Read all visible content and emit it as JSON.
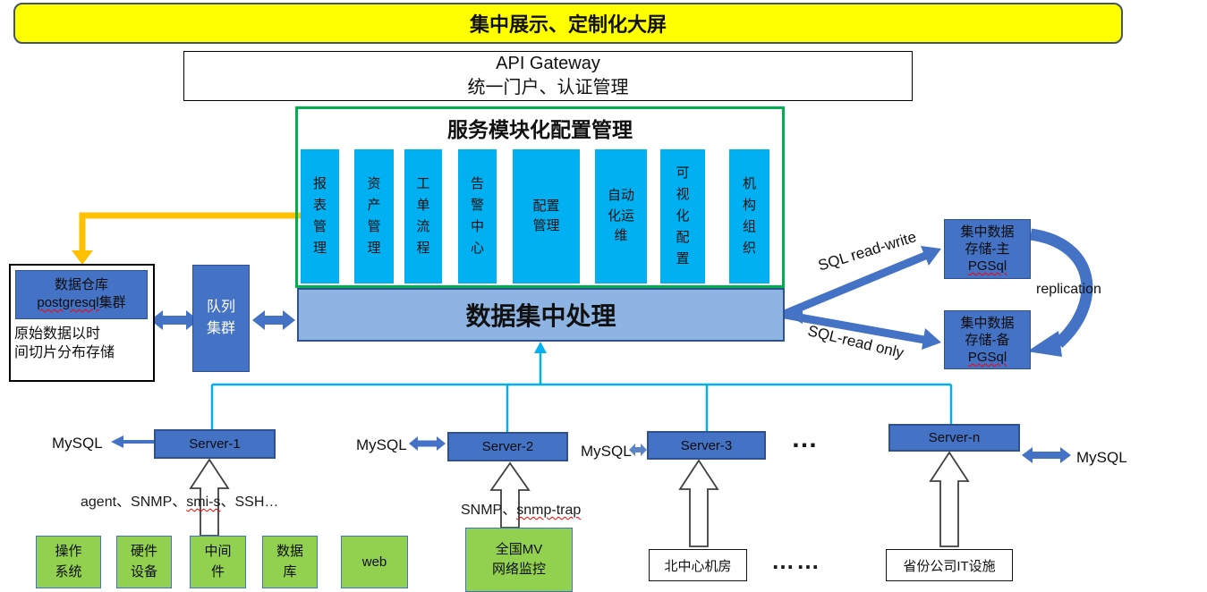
{
  "banner": {
    "title": "集中展示、定制化大屏"
  },
  "api_gateway": {
    "line1": "API Gateway",
    "line2": "统一门户、认证管理"
  },
  "service_panel": {
    "title": "服务模块化配置管理",
    "modules": [
      "报表管理",
      "资产管理",
      "工单流程",
      "告警中心",
      "配置管理",
      "自动化运维",
      "可视化配置",
      "机构组织"
    ]
  },
  "data_hub": {
    "label": "数据集中处理"
  },
  "warehouse": {
    "title": "数据仓库",
    "engine": "postgresql",
    "engine_suffix": "集群",
    "note_line1": "原始数据以时",
    "note_line2": "间切片分布存储"
  },
  "queue": {
    "label": "队列集群"
  },
  "central_storage": {
    "read_write_label": "SQL read-write",
    "read_only_label": "SQL-read only",
    "replication_label": "replication",
    "primary": {
      "line1": "集中数据",
      "line2": "存储-主",
      "engine": "PGSql"
    },
    "backup": {
      "line1": "集中数据",
      "line2": "存储-备",
      "engine": "PGSql"
    }
  },
  "servers": {
    "server1": {
      "name": "Server-1",
      "db_label": "MySQL"
    },
    "server2": {
      "name": "Server-2",
      "db_label": "MySQL"
    },
    "server3": {
      "name": "Server-3",
      "db_label": "MySQL"
    },
    "server_n": {
      "name": "Server-n",
      "db_label": "MySQL"
    },
    "ellipsis": "…"
  },
  "protocols": {
    "server1": {
      "prefix": "agent、SNMP、",
      "code": "smi-s",
      "suffix": "、SSH…"
    },
    "server2": {
      "prefix": "SNMP、",
      "code": "snmp-trap",
      "suffix": ""
    }
  },
  "monitored": {
    "green_boxes": [
      "操作系统",
      "硬件设备",
      "中间件",
      "数据库",
      "web"
    ],
    "national_mv": {
      "line1": "全国MV",
      "line2": "网络监控"
    },
    "room_boxes": [
      "北中心机房",
      "省份公司IT设施"
    ],
    "ellipsis": "……"
  },
  "colors": {
    "banner_fill": "#FFFF00",
    "module_fill": "#00B0F0",
    "panel_border": "#00B050",
    "hub_fill": "#8EB4E3",
    "box_fill": "#4472C4",
    "box_border": "#2F528F",
    "green_fill": "#92D050",
    "connector_cyan": "#00B0F0",
    "flow_arrow_gold": "#FFC000"
  }
}
